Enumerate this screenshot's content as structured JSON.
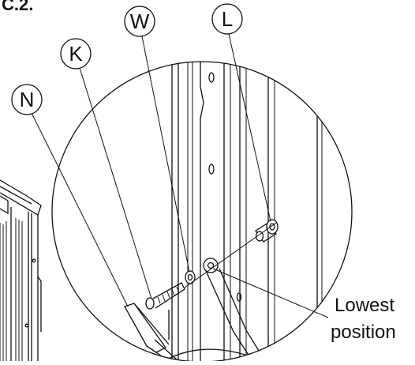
{
  "step_label": "C.2.",
  "callouts": {
    "n": "N",
    "k": "K",
    "w": "W",
    "l": "L"
  },
  "annotation": {
    "line1": "Lowest",
    "line2": "position"
  }
}
